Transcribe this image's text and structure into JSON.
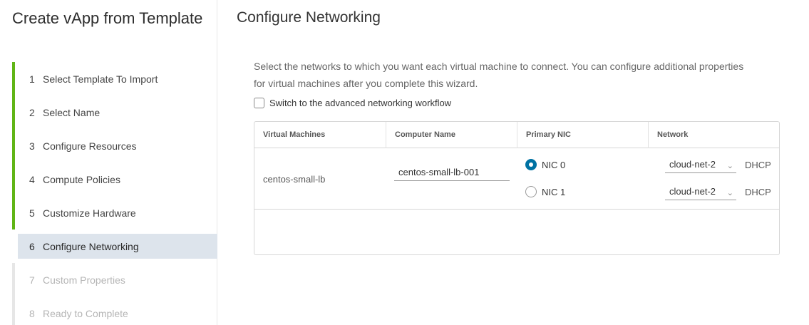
{
  "wizard": {
    "title": "Create vApp from Template",
    "steps": [
      {
        "num": "1",
        "label": "Select Template To Import",
        "state": "done"
      },
      {
        "num": "2",
        "label": "Select Name",
        "state": "done"
      },
      {
        "num": "3",
        "label": "Configure Resources",
        "state": "done"
      },
      {
        "num": "4",
        "label": "Compute Policies",
        "state": "done"
      },
      {
        "num": "5",
        "label": "Customize Hardware",
        "state": "done"
      },
      {
        "num": "6",
        "label": "Configure Networking",
        "state": "active"
      },
      {
        "num": "7",
        "label": "Custom Properties",
        "state": "pending"
      },
      {
        "num": "8",
        "label": "Ready to Complete",
        "state": "pending"
      }
    ]
  },
  "main": {
    "title": "Configure Networking",
    "description": "Select the networks to which you want each virtual machine to connect. You can configure additional properties for virtual machines after you complete this wizard.",
    "advanced_label": "Switch to the advanced networking workflow",
    "advanced_checked": false
  },
  "grid": {
    "columns": [
      "Virtual Machines",
      "Computer Name",
      "Primary NIC",
      "Network"
    ],
    "rows": [
      {
        "vm": "centos-small-lb",
        "computer_name": "centos-small-lb-001",
        "nics": [
          {
            "label": "NIC 0",
            "primary": true,
            "network": "cloud-net-2",
            "ip_mode": "DHCP"
          },
          {
            "label": "NIC 1",
            "primary": false,
            "network": "cloud-net-2",
            "ip_mode": "DHCP"
          }
        ]
      }
    ]
  },
  "colors": {
    "step_done": "#60b515",
    "active_bg": "#dde4ec",
    "radio_selected": "#0072a3"
  }
}
